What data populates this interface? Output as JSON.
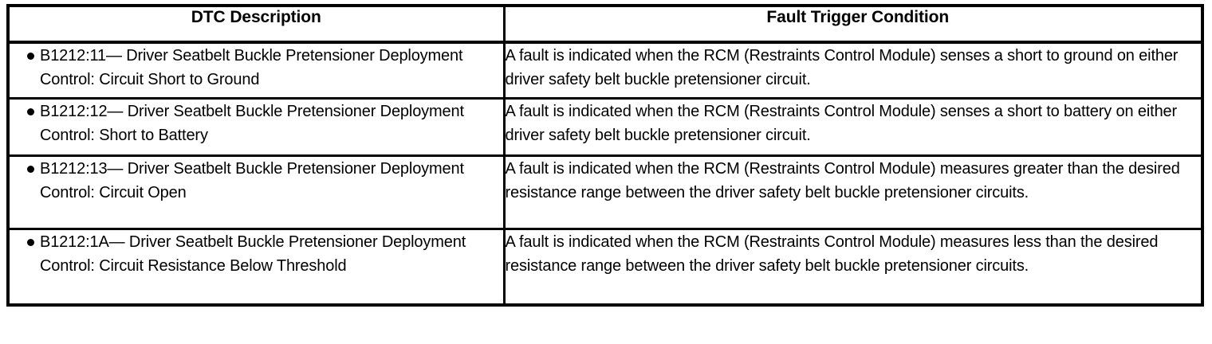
{
  "table": {
    "columns": [
      {
        "key": "dtc_description",
        "label": "DTC Description"
      },
      {
        "key": "fault_trigger_condition",
        "label": "Fault Trigger Condition"
      }
    ],
    "bullet_glyph": "•",
    "rows": [
      {
        "dtc_description": "B1212:11— Driver Seatbelt Buckle Pretensioner Deployment Control: Circuit Short to Ground",
        "fault_trigger_condition": "A fault is indicated when the RCM (Restraints Control Module) senses a short to ground on either driver safety belt buckle pretensioner circuit."
      },
      {
        "dtc_description": "B1212:12— Driver Seatbelt Buckle Pretensioner Deployment Control: Short to Battery",
        "fault_trigger_condition": "A fault is indicated when the RCM (Restraints Control Module) senses a short to battery on either driver safety belt buckle pretensioner circuit."
      },
      {
        "dtc_description": "B1212:13— Driver Seatbelt Buckle Pretensioner Deployment Control: Circuit Open",
        "fault_trigger_condition": "A fault is indicated when the RCM (Restraints Control Module) measures greater than the desired resistance range between the driver safety belt buckle pretensioner circuits."
      },
      {
        "dtc_description": "B1212:1A— Driver Seatbelt Buckle Pretensioner Deployment Control: Circuit Resistance Below Threshold",
        "fault_trigger_condition": "A fault is indicated when the RCM (Restraints Control Module) measures less than the desired resistance range between the driver safety belt buckle pretensioner circuits."
      }
    ]
  },
  "colors": {
    "text": "#000000",
    "background": "#ffffff",
    "border": "#000000"
  }
}
